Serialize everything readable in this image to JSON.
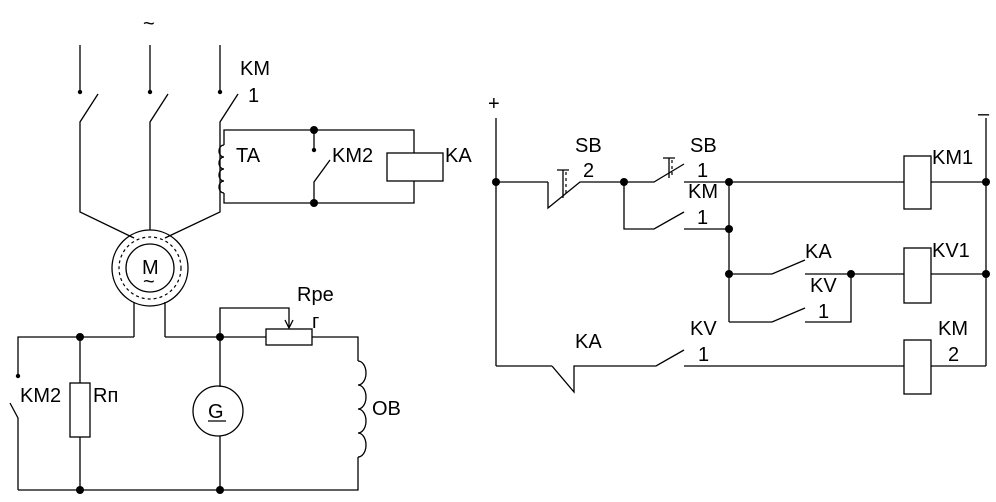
{
  "power_circuit": {
    "supply_symbol": "~",
    "main_contactor": {
      "line1": "KM",
      "line2": "1"
    },
    "current_transformer": "TA",
    "brake_contact": "KM2",
    "current_relay": "KA",
    "motor": {
      "letter": "M",
      "symbol": "~"
    },
    "regulating_resistor": {
      "line1": "Rре",
      "line2": "г"
    },
    "braking_contact": "KM2",
    "starting_resistor": "Rп",
    "generator": "G",
    "field_winding": "ОВ"
  },
  "control_circuit": {
    "plus": "+",
    "minus": "–",
    "stop_button": {
      "line1": "SB",
      "line2": "2"
    },
    "start_button": {
      "line1": "SB",
      "line2": "1"
    },
    "hold_contact": {
      "line1": "KM",
      "line2": "1"
    },
    "coil_km1": "KM1",
    "relay_ka_contact": "KA",
    "coil_kv1": "KV1",
    "kv_hold_contact": {
      "line1": "KV",
      "line2": "1"
    },
    "ka_break_contact": "KA",
    "kv_contact": {
      "line1": "KV",
      "line2": "1"
    },
    "coil_km2": {
      "line1": "KM",
      "line2": "2"
    }
  }
}
